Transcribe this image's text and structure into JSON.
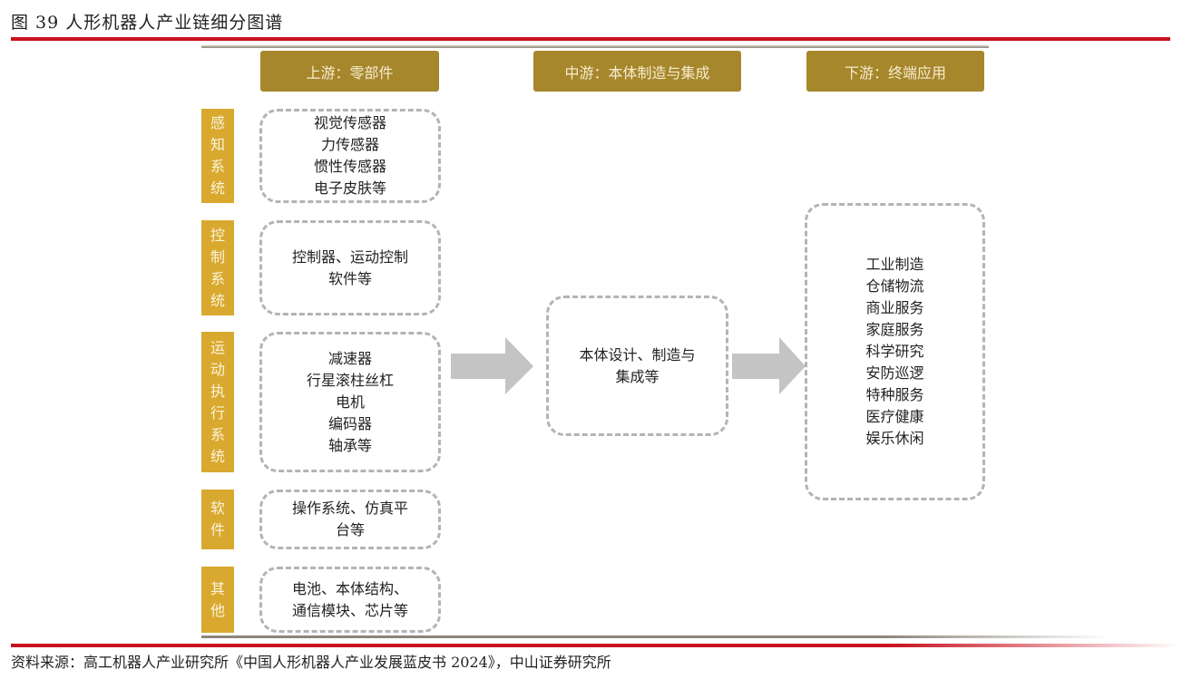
{
  "title": "图 39 人形机器人产业链细分图谱",
  "headers": {
    "upstream": "上游：零部件",
    "midstream": "中游：本体制造与集成",
    "downstream": "下游：终端应用"
  },
  "categories": [
    {
      "label": "感\n知\n系\n统",
      "content": "视觉传感器\n力传感器\n惯性传感器\n电子皮肤等"
    },
    {
      "label": "控\n制\n系\n统",
      "content": "控制器、运动控制\n软件等"
    },
    {
      "label": "运\n动\n执\n行\n系\n统",
      "content": "减速器\n行星滚柱丝杠\n电机\n编码器\n轴承等"
    },
    {
      "label": "软\n件",
      "content": "操作系统、仿真平\n台等"
    },
    {
      "label": "其\n他",
      "content": "电池、本体结构、\n通信模块、芯片等"
    }
  ],
  "midstream_content": "本体设计、制造与\n集成等",
  "downstream_content": "工业制造\n仓储物流\n商业服务\n家庭服务\n科学研究\n安防巡逻\n特种服务\n医疗健康\n娱乐休闲",
  "source": "资料来源：高工机器人产业研究所《中国人形机器人产业发展蓝皮书 2024》，中山证券研究所",
  "colors": {
    "header": "#a6872b",
    "label": "#d9a92f",
    "red": "#c8101e"
  }
}
